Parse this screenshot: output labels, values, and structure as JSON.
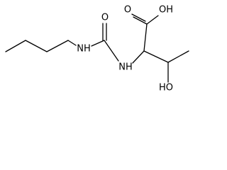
{
  "molecule": {
    "labels": {
      "carboxylic_oh": "OH",
      "carboxylic_o": "O",
      "urea_o": "O",
      "nh_left": "NH",
      "nh_right": "NH",
      "hydroxyl": "HO"
    }
  },
  "colors": {
    "bond": "#000000",
    "background": "#ffffff"
  }
}
